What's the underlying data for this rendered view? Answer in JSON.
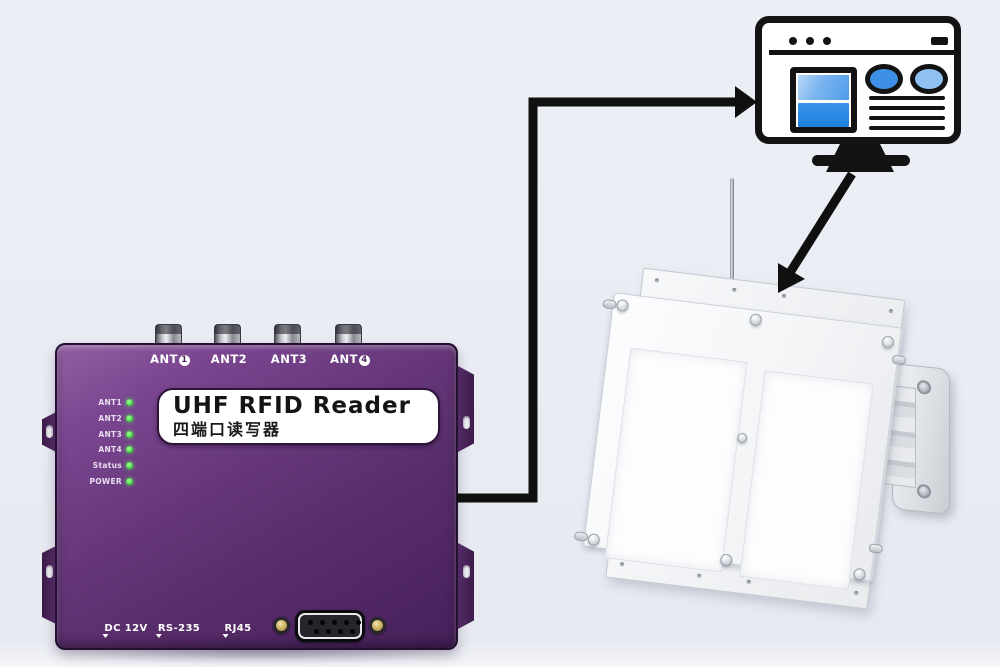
{
  "scene": {
    "background_color": "#e9ecf3",
    "arrow_color": "#101010"
  },
  "reader": {
    "title": "UHF RFID Reader",
    "subtitle": "四端口读写器",
    "ports": [
      {
        "prefix": "ANT",
        "digit": "1"
      },
      {
        "prefix": "ANT",
        "digit": "2"
      },
      {
        "prefix": "ANT",
        "digit": "3"
      },
      {
        "prefix": "ANT",
        "digit": "4"
      }
    ],
    "led_labels": [
      "ANT1",
      "ANT2",
      "ANT3",
      "ANT4",
      "Status",
      "POWER"
    ],
    "bottom_ports": [
      "DC 12V",
      "RS-235",
      "RJ45"
    ],
    "colors": {
      "body": "#5f3173",
      "flange": "#3b1c49",
      "led": "#44da44",
      "label_plate": "#ffffff"
    }
  },
  "computer": {
    "colors": {
      "outline": "#131313",
      "screen_fill": "#ffffff",
      "panel_blue": "#2f8ce9",
      "panel_blue_light": "#7db6f0",
      "ellipse_blue": "#3e90e6",
      "ellipse_blue_light": "#8fc1f2"
    }
  },
  "antenna": {
    "colors": {
      "panel": "#f5f6f8",
      "edge": "#c4c9d0",
      "bracket": "#d9dce1"
    }
  }
}
